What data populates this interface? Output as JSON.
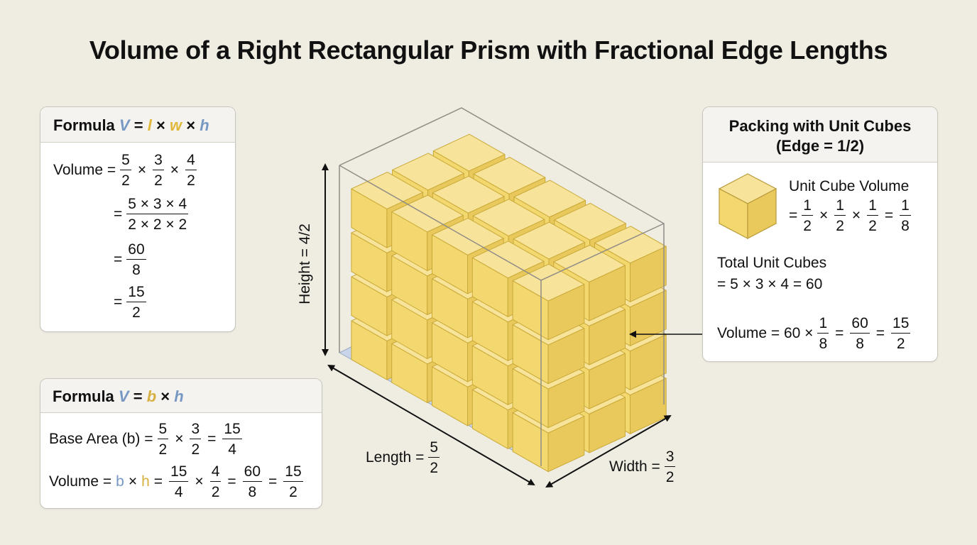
{
  "title": "Volume of a Right Rectangular Prism with Fractional Edge Lengths",
  "formula1": {
    "head_label": "Formula",
    "head_v": "V",
    "head_eq": "=",
    "head_l": "l",
    "head_times1": "×",
    "head_w": "w",
    "head_times2": "×",
    "head_h": "h",
    "row1_label": "Volume =",
    "f_5_2": {
      "n": "5",
      "d": "2"
    },
    "f_3_2": {
      "n": "3",
      "d": "2"
    },
    "f_4_2": {
      "n": "4",
      "d": "2"
    },
    "times": "×",
    "eq": "=",
    "row2_n": "5 × 3 × 4",
    "row2_d": "2 × 2 × 2",
    "row3": {
      "n": "60",
      "d": "8"
    },
    "row4": {
      "n": "15",
      "d": "2"
    }
  },
  "formula2": {
    "head_label": "Formula",
    "head_v": "V",
    "head_eq": "=",
    "head_b": "b",
    "head_times": "×",
    "head_h": "h",
    "base_label": "Base Area (b) =",
    "f_5_2": {
      "n": "5",
      "d": "2"
    },
    "f_3_2": {
      "n": "3",
      "d": "2"
    },
    "f_15_4": {
      "n": "15",
      "d": "4"
    },
    "vol_label": "Volume =",
    "b": "b",
    "h": "h",
    "f_4_2": {
      "n": "4",
      "d": "2"
    },
    "f_60_8": {
      "n": "60",
      "d": "8"
    },
    "f_15_2": {
      "n": "15",
      "d": "2"
    },
    "times": "×",
    "eq": "="
  },
  "packing": {
    "head_line1": "Packing with Unit Cubes",
    "head_line2": "(Edge = 1/2)",
    "unit_label": "Unit Cube Volume",
    "half": {
      "n": "1",
      "d": "2"
    },
    "eighth": {
      "n": "1",
      "d": "8"
    },
    "total_label": "Total Unit Cubes",
    "total_expr": "= 5 × 3 × 4 = 60",
    "vol_label": "Volume = 60 ×",
    "f_60_8": {
      "n": "60",
      "d": "8"
    },
    "f_15_2": {
      "n": "15",
      "d": "2"
    },
    "times": "×",
    "eq": "="
  },
  "dimensions": {
    "height": "Height = 4/2",
    "length_label": "Length =",
    "length": {
      "n": "5",
      "d": "2"
    },
    "width_label": "Width =",
    "width": {
      "n": "3",
      "d": "2"
    }
  },
  "prism_counts": {
    "length_cubes": 5,
    "width_cubes": 3,
    "height_cubes": 4
  },
  "colors": {
    "background": "#efece2",
    "cube_top": "#f7e39a",
    "cube_left": "#f3d86f",
    "cube_right": "#e9c95c",
    "cube_edge": "#c9a937",
    "volume_blue": "#7898c4",
    "dimension_gold": "#e0b83a"
  }
}
